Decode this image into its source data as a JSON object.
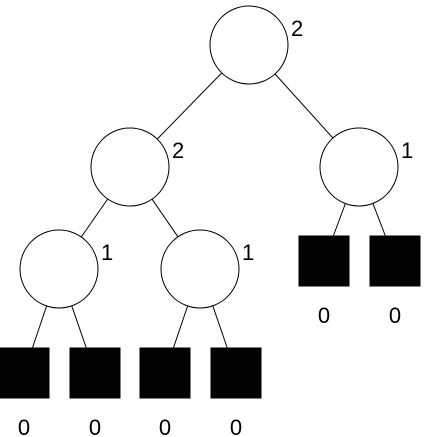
{
  "tree": {
    "nodes": [
      {
        "id": "root",
        "kind": "internal",
        "label": "2"
      },
      {
        "id": "a",
        "kind": "internal",
        "label": "2"
      },
      {
        "id": "b",
        "kind": "internal",
        "label": "1"
      },
      {
        "id": "a1",
        "kind": "internal",
        "label": "1"
      },
      {
        "id": "a2",
        "kind": "internal",
        "label": "1"
      },
      {
        "id": "b1",
        "kind": "leaf",
        "label": "0"
      },
      {
        "id": "b2",
        "kind": "leaf",
        "label": "0"
      },
      {
        "id": "a1l",
        "kind": "leaf",
        "label": "0"
      },
      {
        "id": "a1r",
        "kind": "leaf",
        "label": "0"
      },
      {
        "id": "a2l",
        "kind": "leaf",
        "label": "0"
      },
      {
        "id": "a2r",
        "kind": "leaf",
        "label": "0"
      }
    ],
    "edges": [
      [
        "root",
        "a"
      ],
      [
        "root",
        "b"
      ],
      [
        "a",
        "a1"
      ],
      [
        "a",
        "a2"
      ],
      [
        "b",
        "b1"
      ],
      [
        "b",
        "b2"
      ],
      [
        "a1",
        "a1l"
      ],
      [
        "a1",
        "a1r"
      ],
      [
        "a2",
        "a2l"
      ],
      [
        "a2",
        "a2r"
      ]
    ]
  }
}
